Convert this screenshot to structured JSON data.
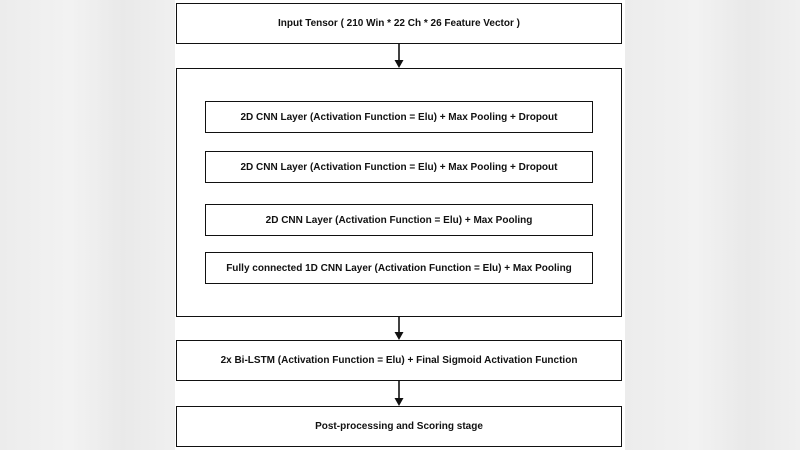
{
  "diagram": {
    "input_box": "Input Tensor ( 210 Win * 22 Ch * 26 Feature Vector )",
    "cnn_block": {
      "layers": [
        "2D CNN Layer  (Activation Function = Elu) + Max Pooling + Dropout",
        "2D CNN Layer  (Activation Function = Elu) + Max Pooling + Dropout",
        "2D CNN Layer  (Activation Function = Elu) + Max Pooling",
        "Fully connected 1D CNN Layer  (Activation Function = Elu) + Max Pooling"
      ]
    },
    "lstm_box": "2x Bi-LSTM (Activation Function = Elu) + Final Sigmoid Activation Function",
    "output_box": "Post-processing and Scoring stage"
  }
}
